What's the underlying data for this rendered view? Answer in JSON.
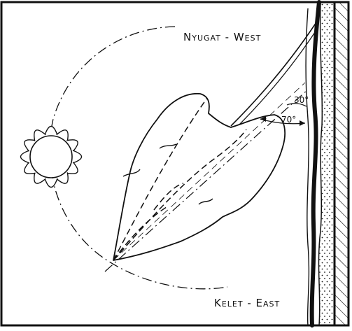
{
  "labels": {
    "west": "Nyugat - West",
    "east": "Kelet - East"
  },
  "angles": {
    "small": "30°",
    "large": "70°"
  },
  "colors": {
    "line": "#111111",
    "background": "#ffffff"
  }
}
